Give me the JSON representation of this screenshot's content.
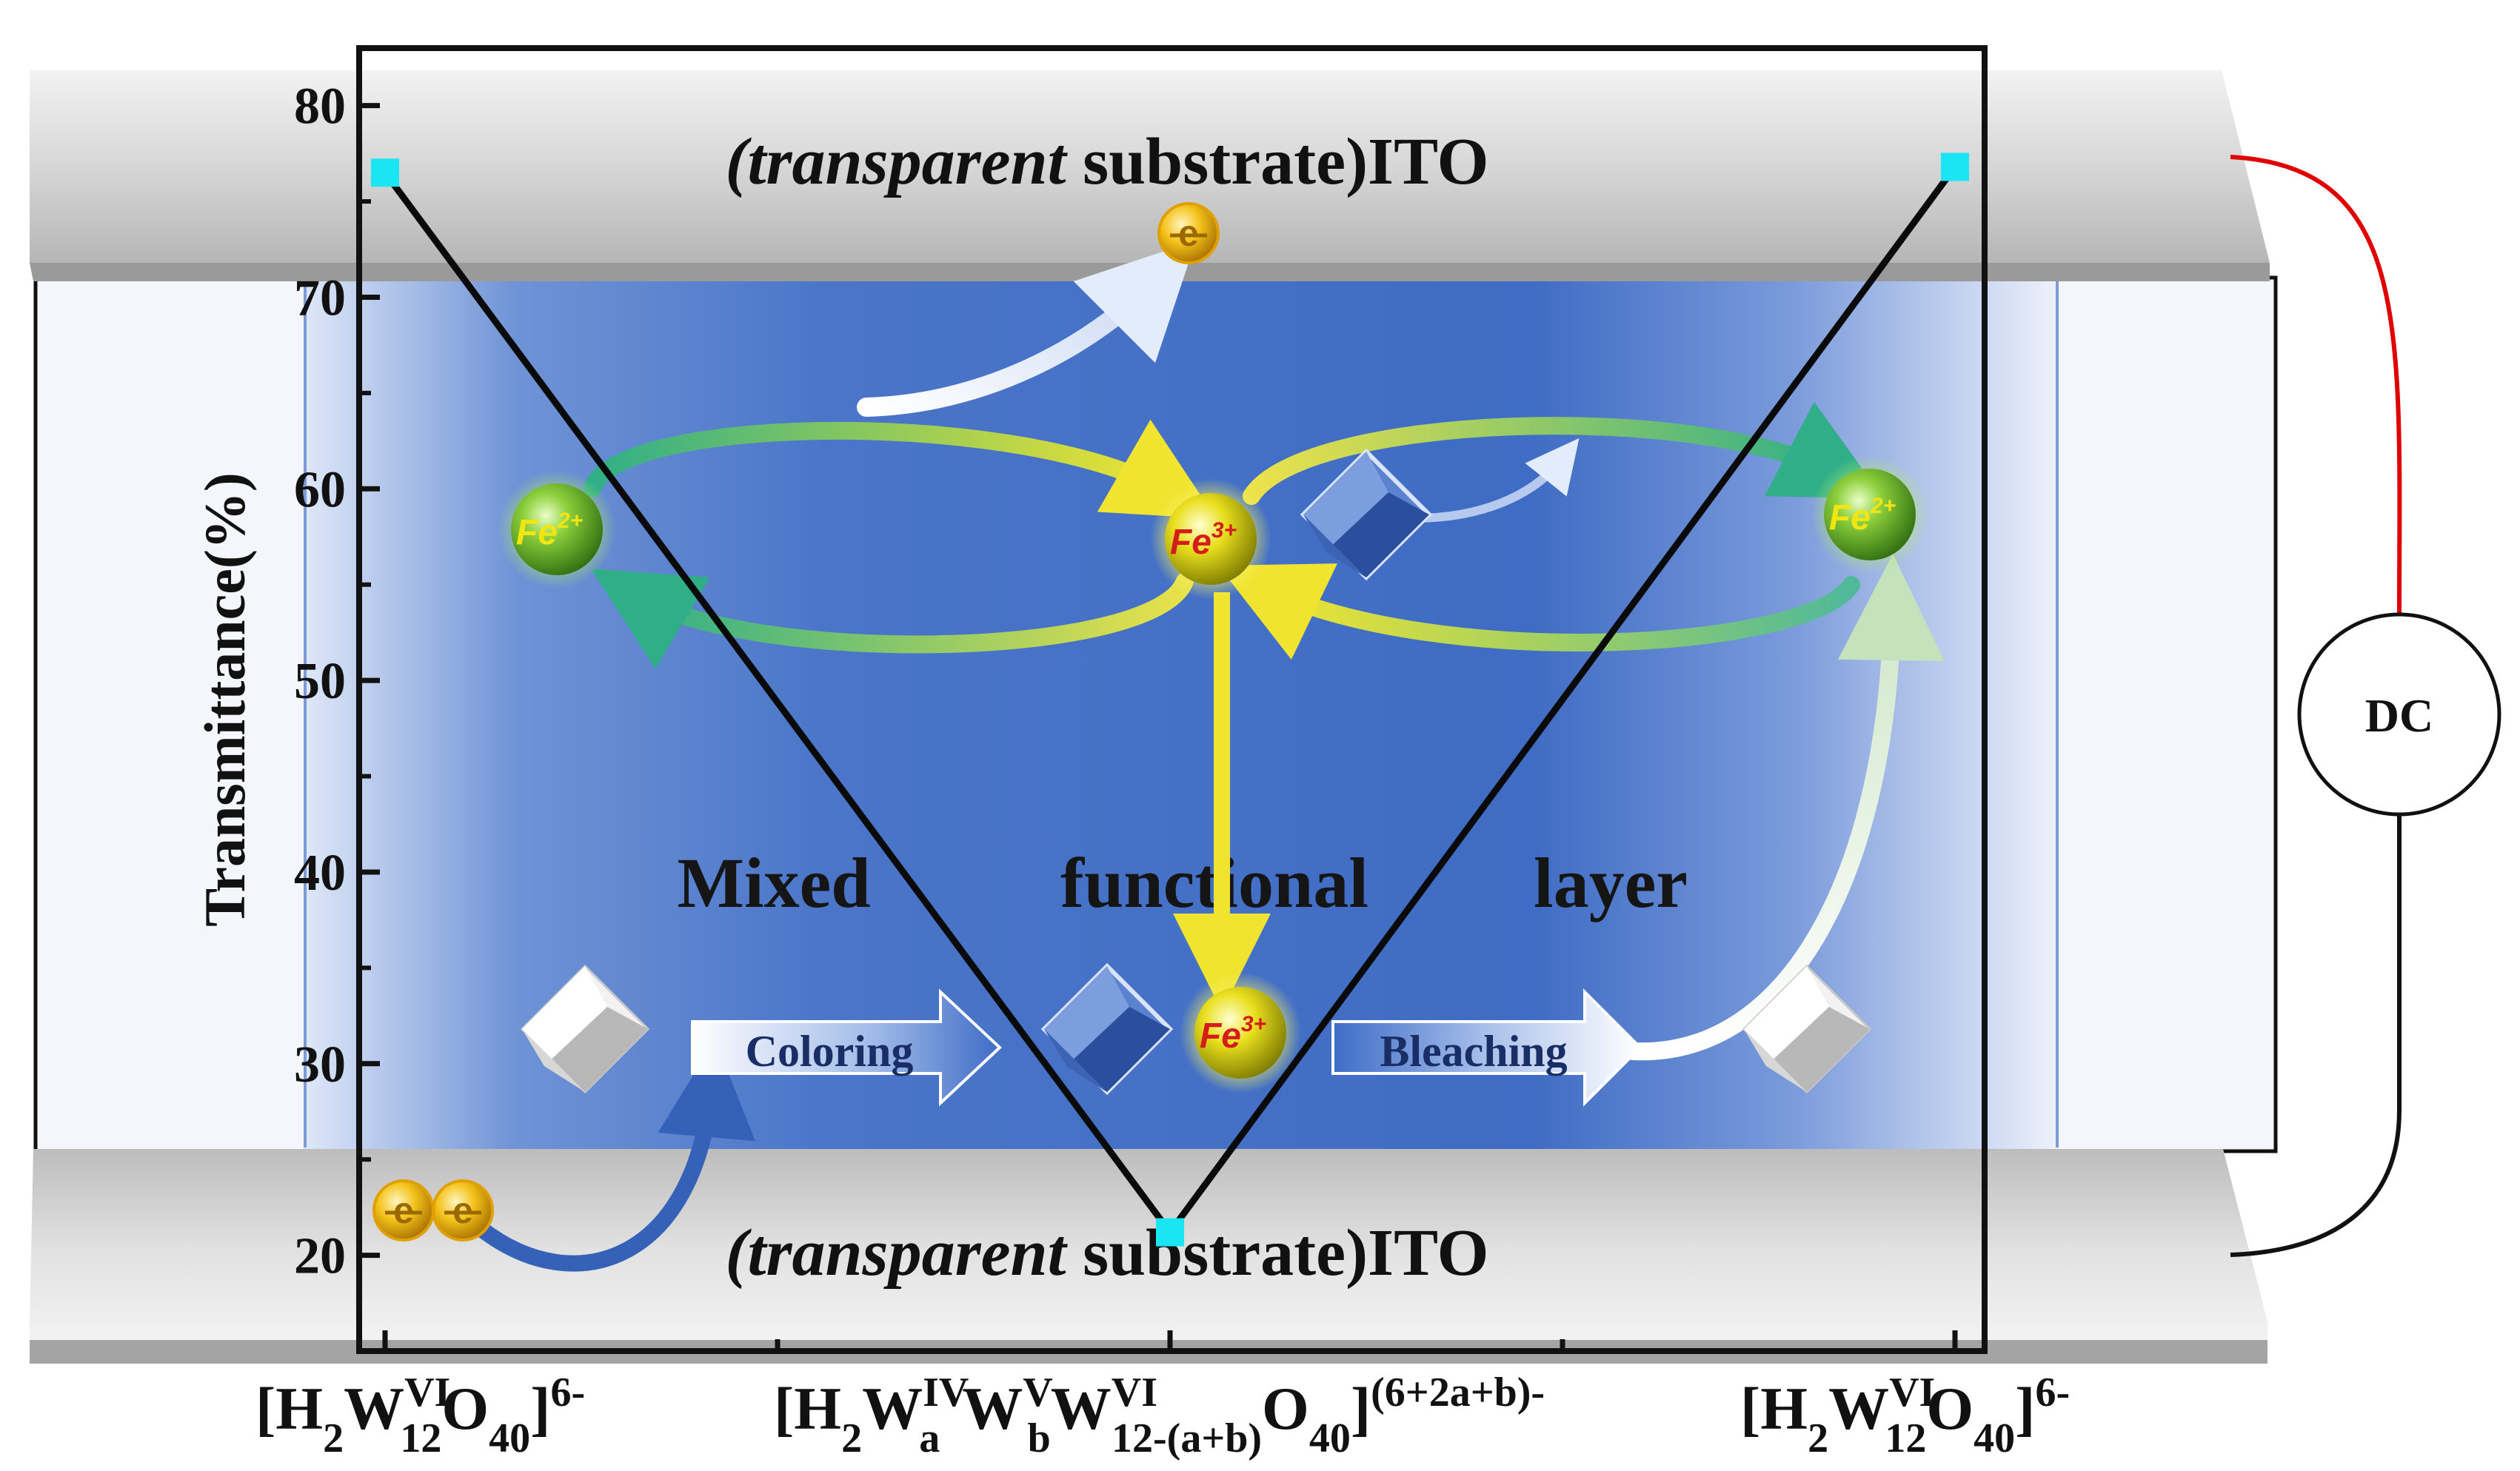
{
  "chart_data": {
    "type": "line",
    "ylabel": "Transmittance(%)",
    "ylim": [
      15,
      83
    ],
    "yticks": [
      20,
      30,
      40,
      50,
      60,
      70,
      80
    ],
    "categories": [
      "[H2W12VI O40]6-",
      "[H2WaIV WbV W12-(a+b)VI O40](6+2a+b)-",
      "[H2W12VI O40]6-"
    ],
    "series": [
      {
        "values": [
          76.5,
          21.2,
          76.8
        ]
      }
    ]
  },
  "diagram": {
    "top_substrate_italic": "(transparent",
    "top_substrate_rest": " substrate)ITO",
    "bottom_substrate_italic": "(transparent",
    "bottom_substrate_rest": " substrate)ITO",
    "mixed_word": "Mixed",
    "functional_word": "functional",
    "layer_word": "layer",
    "coloring_label": "Coloring",
    "bleaching_label": "Bleaching",
    "dc_label": "DC",
    "electron_symbol": "e",
    "fe2_base": "Fe",
    "fe2_charge": "2+",
    "fe3_base": "Fe",
    "fe3_charge": "3+"
  },
  "formulas": {
    "left": {
      "b1": "[H",
      "s1": "2",
      "b2": "W",
      "sup2": "VI",
      "sub2": "12",
      "b3": "O",
      "s3": "40",
      "b4": "]",
      "sup4": "6-"
    },
    "middle": {
      "b1": "[H",
      "s1": "2",
      "b2": "W",
      "sup2": "IV",
      "sub2": "a",
      "b3": "W",
      "sup3": "V",
      "sub3": "b",
      "b4": "W",
      "sup4": "VI",
      "sub4": "12-(a+b)",
      "b5": "O",
      "s5": "40",
      "b6": "]",
      "sup6": "(6+2a+b)-"
    },
    "right": {
      "b1": "[H",
      "s1": "2",
      "b2": "W",
      "sup2": "VI",
      "sub2": "12",
      "b3": "O",
      "s3": "40",
      "b4": "]",
      "sup4": "6-"
    }
  },
  "colors": {
    "blue_deep": "#3f6cc4",
    "blue_light": "#e8eef9",
    "fe2_green": "#5aa62a",
    "fe3_yellow": "#e2d400",
    "electron_gold": "#f2c21a",
    "arrow_yellow": "#f0e430",
    "arrow_teal": "#2fae88",
    "dc_wire_red": "#e00000",
    "marker_cyan": "#19e6f2"
  }
}
